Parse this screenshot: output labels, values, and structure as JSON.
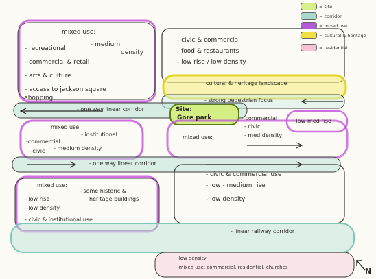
{
  "legend": {
    "items": [
      {
        "swatch": "#d9f08a",
        "label": "= site"
      },
      {
        "swatch": "#a8d9cc",
        "label": "= corridor"
      },
      {
        "swatch": "#b45ad6",
        "label": "= mixed use"
      },
      {
        "swatch": "#f0e040",
        "label": "= cultural & heritage"
      },
      {
        "swatch": "#f4c4d4",
        "label": "= residential"
      }
    ]
  },
  "blocks": {
    "top_left": {
      "heading": "mixed use:",
      "lines": [
        "- recreational",
        "- medium",
        "density",
        "- commercial & retail",
        "- arts & culture",
        "- access to jackson square",
        "shopping."
      ]
    },
    "top_right": {
      "lines": [
        "- civic & commercial",
        "- food & restaurants",
        "- low rise / low density"
      ]
    },
    "heritage": {
      "label": "cultural & heritage landscape"
    },
    "pedestrian": {
      "label": "- strong pedestrian focus"
    },
    "site": {
      "line1": "Site:",
      "line2": "Gore park"
    },
    "corridor1": {
      "label": "- one way linear corridor"
    },
    "mid_left": {
      "heading": "mixed use:",
      "lines": [
        "-commercial",
        "- institutional",
        "- civic",
        "- medium density"
      ]
    },
    "mid_right": {
      "heading": "mixed use:",
      "lines": [
        "- commercial",
        "- civic",
        "- med density",
        "- low-med rise"
      ]
    },
    "corridor2": {
      "label": "- one way linear corridor"
    },
    "bottom_left": {
      "heading": "mixed use:",
      "lines": [
        "- low rise",
        "- some historic &",
        "heritage buildings",
        "- low density",
        "- civic & institutional use"
      ]
    },
    "bottom_right": {
      "lines": [
        "- civic & commercial use",
        "- low - medium rise",
        "- low density"
      ]
    },
    "railway": {
      "label": "- linear railway corridor"
    },
    "residential": {
      "lines": [
        "- low density",
        "- mixed use: commercial, residential, churches"
      ]
    }
  },
  "north": {
    "label": "N"
  },
  "colors": {
    "mixed_use": "#c24fd8",
    "corridor": "#7fc8b8",
    "heritage": "#ebe02a",
    "site": "#c7e86a",
    "residential": "#f2a9c0",
    "ink": "#2b2925"
  }
}
